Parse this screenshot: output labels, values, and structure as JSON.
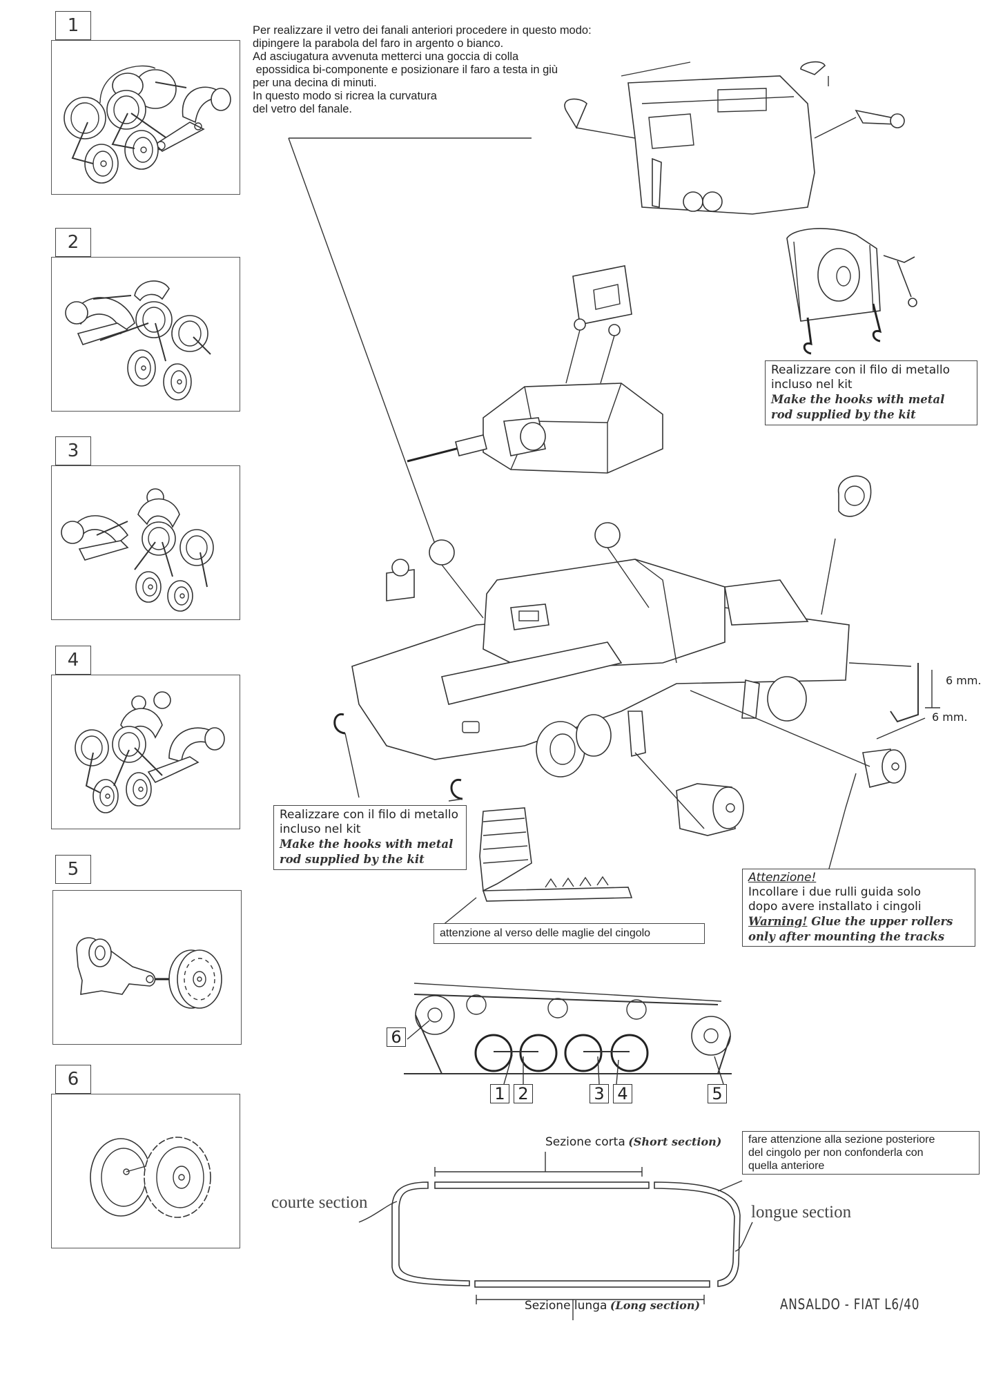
{
  "steps": [
    {
      "number": "1"
    },
    {
      "number": "2"
    },
    {
      "number": "3"
    },
    {
      "number": "4"
    },
    {
      "number": "5"
    },
    {
      "number": "6"
    }
  ],
  "intro_note": {
    "lines": [
      "Per realizzare il vetro dei fanali anteriori procedere in questo modo:",
      "dipingere la parabola del faro in argento o bianco.",
      "Ad asciugatura avvenuta metterci una goccia di colla",
      " epossidica bi-componente e posizionare il faro a testa in giù",
      "per una decina di minuti.",
      "In questo modo si ricrea la curvatura",
      "del vetro del fanale."
    ]
  },
  "hooks_note_right": {
    "it_line1": "Realizzare con il filo di metallo",
    "it_line2": "incluso nel kit",
    "en_line1": "Make the hooks with metal",
    "en_line2": "rod supplied by the kit"
  },
  "hooks_note_left": {
    "it_line1": "Realizzare con il filo di metallo",
    "it_line2": "incluso nel kit",
    "en_line1": "Make the hooks with metal",
    "en_line2": "rod supplied by the kit"
  },
  "dimensions": {
    "height": "6 mm.",
    "depth": "6 mm."
  },
  "track_note": "attenzione al verso delle maglie del cingolo",
  "rollers_warning": {
    "title": "Attenzione!",
    "it_line1": "Incollare i due rulli guida solo",
    "it_line2": "dopo avere installato i cingoli",
    "en_title": "Warning!",
    "en_line1": " Glue the upper rollers",
    "en_line2": "only after mounting the tracks"
  },
  "suspension_callouts": [
    "6",
    "1",
    "2",
    "3",
    "4",
    "5"
  ],
  "track_sections": {
    "short_it": "Sezione corta",
    "short_en": "(Short section)",
    "long_it": "Sezione lunga",
    "long_en": "(Long section)",
    "courte": "courte section",
    "longue": "longue section",
    "rear_note_line1": "fare attenzione alla sezione posteriore",
    "rear_note_line2": "del cingolo per non confonderla con",
    "rear_note_line3": "quella anteriore"
  },
  "model_title": "ANSALDO - FIAT L6/40",
  "colors": {
    "ink": "#222222",
    "paper": "#ffffff"
  }
}
